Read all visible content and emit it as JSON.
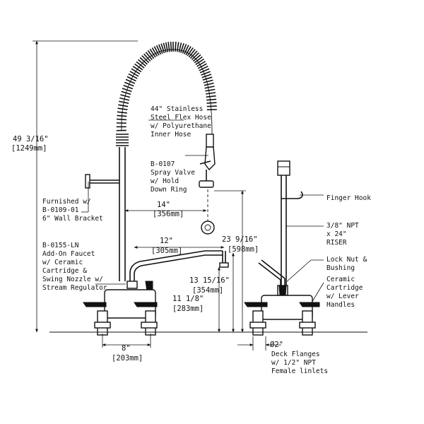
{
  "dimensions": {
    "overall_height": "49 3/16\"",
    "overall_height_mm": "[1249mm]",
    "spray_reach": "14\"",
    "spray_reach_mm": "[356mm]",
    "nozzle_reach": "12\"",
    "nozzle_reach_mm": "[305mm]",
    "riser_height": "23 9/16\"",
    "riser_height_mm": "[598mm]",
    "nozzle_height": "13 15/16\"",
    "nozzle_height_mm": "[354mm]",
    "faucet_height": "11 1/8\"",
    "faucet_height_mm": "[283mm]",
    "center_spacing": "8\"",
    "center_spacing_mm": "[203mm]",
    "flange_diameter": "Ø2\""
  },
  "callouts": {
    "hose": [
      "44\" Stainless",
      "Steel Flex Hose",
      "w/ Polyurethane",
      "Inner Hose"
    ],
    "spray_valve": [
      "B-0107",
      "Spray Valve",
      "w/ Hold",
      "Down Ring"
    ],
    "wall_bracket": [
      "Furnished w/",
      "B-0109-01",
      "6\" Wall Bracket"
    ],
    "add_on_faucet": [
      "B-0155-LN",
      "Add-On Faucet",
      "w/ Ceramic",
      "Cartridge &",
      "Swing Nozzle w/",
      "Stream Regulator"
    ],
    "finger_hook": [
      "Finger Hook"
    ],
    "riser": [
      "3/8\" NPT",
      "x 24\"",
      "RISER"
    ],
    "lock_nut": [
      "Lock Nut &",
      "Bushing"
    ],
    "cartridge": [
      "Ceramic",
      "Cartridge",
      "w/ Lever",
      "Handles"
    ],
    "flanges": [
      "Deck Flanges",
      "w/ 1/2\" NPT",
      "Female linlets"
    ]
  }
}
